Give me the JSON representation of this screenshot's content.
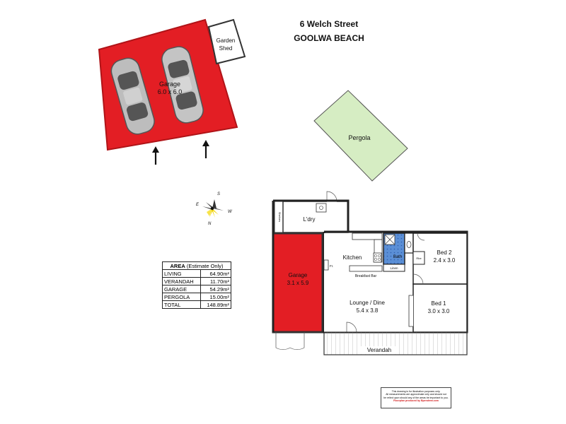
{
  "title": {
    "street": "6 Welch Street",
    "suburb": "GOOLWA BEACH"
  },
  "rooms": {
    "garage_main": "Garage",
    "garage_main_dims": "6.0 x 6.0",
    "garden_shed_1": "Garden",
    "garden_shed_2": "Shed",
    "pergola": "Pergola",
    "laundry": "L'dry",
    "kitchen": "Kitchen",
    "fr": "Fr.",
    "breakfast_bar": "Breakfast Bar",
    "bath": "Bath",
    "linen": "Linen",
    "robe": "Rbe",
    "bed2": "Bed 2",
    "bed2_dims": "2.4 x 3.0",
    "bed1": "Bed 1",
    "bed1_dims": "3.0 x 3.0",
    "lounge": "Lounge / Dine",
    "lounge_dims": "5.4 x 3.8",
    "garage_small": "Garage",
    "garage_small_dims": "3.1 x 5.9",
    "verandah": "Verandah",
    "shelves": "Shelves"
  },
  "compass": {
    "s": "S",
    "e": "E",
    "w": "W",
    "n": "N"
  },
  "area_table": {
    "header_bold": "AREA",
    "header_rest": " (Estimate Only)",
    "rows": [
      {
        "label": "LIVING",
        "value": "64.90m²"
      },
      {
        "label": "VERANDAH",
        "value": "11.70m²"
      },
      {
        "label": "GARAGE",
        "value": "54.29m²"
      },
      {
        "label": "PERGOLA",
        "value": "15.00m²"
      },
      {
        "label": "TOTAL",
        "value": "148.89m²"
      }
    ]
  },
  "disclaimer": {
    "line1": "This drawing is for illustration purposes only.",
    "line2": "All measurements are approximate only and should not",
    "line3": "be relied upon should any of the areas be important to you.",
    "credit": "Floorplan produced by Bpendrew.com"
  },
  "colors": {
    "garage_red": "#e31e24",
    "pergola_green": "#d6edc3",
    "bath_blue": "#5b8fd6"
  }
}
